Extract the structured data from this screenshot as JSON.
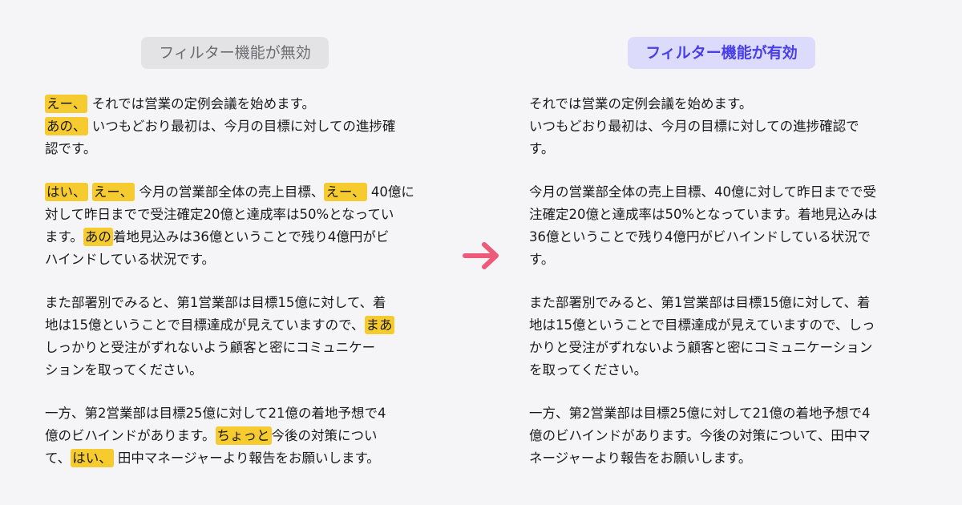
{
  "header": {
    "disabled_label": "フィルター機能が無効",
    "enabled_label": "フィルター機能が有効"
  },
  "colors": {
    "highlight": "#f5cb2f",
    "arrow": "#ee5a78",
    "enabled_text": "#4a3fe6"
  },
  "left": [
    [
      [
        {
          "t": "えー、",
          "f": true
        },
        {
          "t": " それでは営業の定例会議を始めます。",
          "f": false
        }
      ],
      [
        {
          "t": "あの、",
          "f": true
        },
        {
          "t": " いつもどおり最初は、今月の目標に対しての進捗確",
          "f": false
        }
      ],
      [
        {
          "t": "認です。",
          "f": false
        }
      ]
    ],
    [
      [
        {
          "t": "はい、",
          "f": true
        },
        {
          "t": " ",
          "f": false
        },
        {
          "t": "えー、",
          "f": true
        },
        {
          "t": " 今月の営業部全体の売上目標、",
          "f": false
        },
        {
          "t": "えー、",
          "f": true
        },
        {
          "t": " 40億に",
          "f": false
        }
      ],
      [
        {
          "t": "対して昨日までで受注確定20億と達成率は50%となってい",
          "f": false
        }
      ],
      [
        {
          "t": "ます。",
          "f": false
        },
        {
          "t": "あの",
          "f": true
        },
        {
          "t": "着地見込みは36億ということで残り4億円がビ",
          "f": false
        }
      ],
      [
        {
          "t": "ハインドしている状況です。",
          "f": false
        }
      ]
    ],
    [
      [
        {
          "t": "また部署別でみると、第1営業部は目標15億に対して、着",
          "f": false
        }
      ],
      [
        {
          "t": "地は15億ということで目標達成が見えていますので、",
          "f": false
        },
        {
          "t": "まあ",
          "f": true
        }
      ],
      [
        {
          "t": "しっかりと受注がずれないよう顧客と密にコミュニケー",
          "f": false
        }
      ],
      [
        {
          "t": "ションを取ってください。",
          "f": false
        }
      ]
    ],
    [
      [
        {
          "t": "一方、第2営業部は目標25億に対して21億の着地予想で4",
          "f": false
        }
      ],
      [
        {
          "t": "億のビハインドがあります。",
          "f": false
        },
        {
          "t": "ちょっと",
          "f": true
        },
        {
          "t": "今後の対策につい",
          "f": false
        }
      ],
      [
        {
          "t": "て、",
          "f": false
        },
        {
          "t": "はい、",
          "f": true
        },
        {
          "t": " 田中マネージャーより報告をお願いします。",
          "f": false
        }
      ]
    ]
  ],
  "right": [
    [
      [
        {
          "t": "それでは営業の定例会議を始めます。",
          "f": false
        }
      ],
      [
        {
          "t": "いつもどおり最初は、今月の目標に対しての進捗確認で",
          "f": false
        }
      ],
      [
        {
          "t": "す。",
          "f": false
        }
      ]
    ],
    [
      [
        {
          "t": "今月の営業部全体の売上目標、40億に対して昨日までで受",
          "f": false
        }
      ],
      [
        {
          "t": "注確定20億と達成率は50%となっています。着地見込みは",
          "f": false
        }
      ],
      [
        {
          "t": "36億ということで残り4億円がビハインドしている状況で",
          "f": false
        }
      ],
      [
        {
          "t": "す。",
          "f": false
        }
      ]
    ],
    [
      [
        {
          "t": "また部署別でみると、第1営業部は目標15億に対して、着",
          "f": false
        }
      ],
      [
        {
          "t": "地は15億ということで目標達成が見えていますので、しっ",
          "f": false
        }
      ],
      [
        {
          "t": "かりと受注がずれないよう顧客と密にコミュニケーション",
          "f": false
        }
      ],
      [
        {
          "t": "を取ってください。",
          "f": false
        }
      ]
    ],
    [
      [
        {
          "t": "一方、第2営業部は目標25億に対して21億の着地予想で4",
          "f": false
        }
      ],
      [
        {
          "t": "億のビハインドがあります。今後の対策について、田中マ",
          "f": false
        }
      ],
      [
        {
          "t": "ネージャーより報告をお願いします。",
          "f": false
        }
      ]
    ]
  ]
}
